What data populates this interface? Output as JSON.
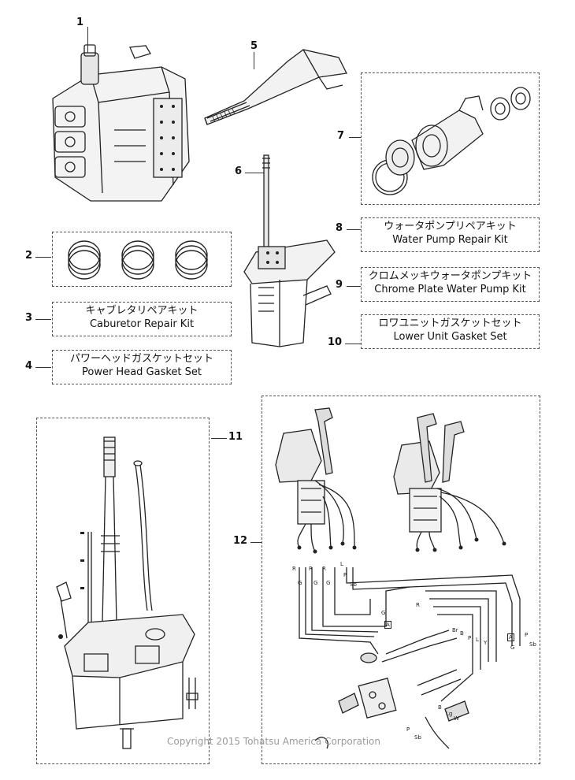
{
  "callouts": {
    "c1": "1",
    "c2": "2",
    "c3": "3",
    "c4": "4",
    "c5": "5",
    "c6": "6",
    "c7": "7",
    "c8": "8",
    "c9": "9",
    "c10": "10",
    "c11": "11",
    "c12": "12"
  },
  "labels": {
    "kit3_jp": "キャブレタリペアキット",
    "kit3_en": "Caburetor Repair Kit",
    "kit4_jp": "パワーヘッドガスケットセット",
    "kit4_en": "Power Head Gasket Set",
    "kit8_jp": "ウォータポンプリペアキット",
    "kit8_en": "Water Pump Repair Kit",
    "kit9_jp": "クロムメッキウォータポンプキット",
    "kit9_en": "Chrome Plate Water Pump Kit",
    "kit10_jp": "ロワユニットガスケットセット",
    "kit10_en": "Lower Unit Gasket Set"
  },
  "wire_codes": [
    "R",
    "G",
    "R",
    "G",
    "R",
    "G",
    "L",
    "P",
    "Sb",
    "G",
    "A",
    "R",
    "Br",
    "B",
    "P",
    "L",
    "Y",
    "A",
    "G",
    "P",
    "Sb",
    "B",
    "Lg",
    "W",
    "P",
    "Sb"
  ],
  "watermark": "Copyright 2015 Tohatsu America Corporation",
  "colors": {
    "line": "#222222",
    "dash": "#555555",
    "watermark": "#9a9a9a"
  }
}
